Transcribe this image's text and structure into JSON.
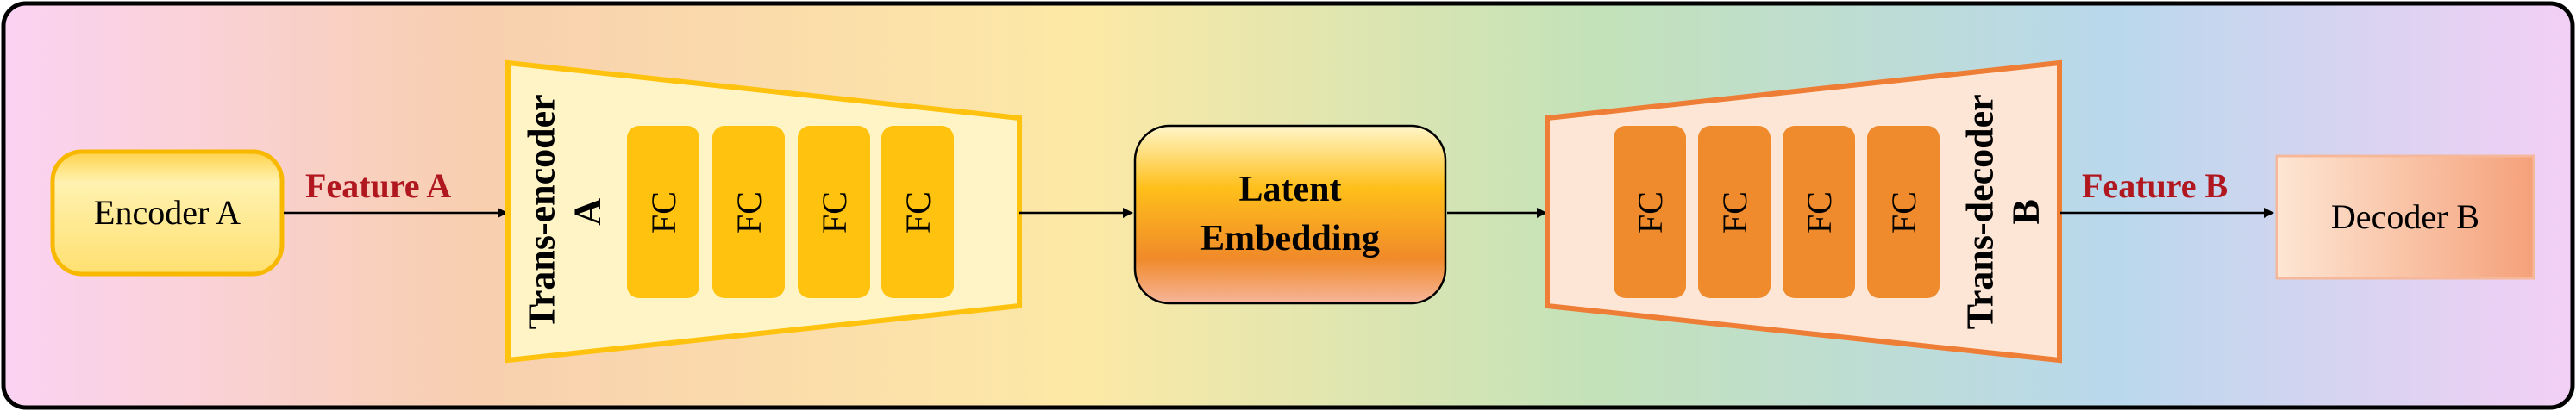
{
  "diagram": {
    "encoder_a": "Encoder A",
    "feature_a": "Feature A",
    "trans_encoder": {
      "title": "Trans-encoder",
      "sub": "A"
    },
    "fc_labels_left": [
      "FC",
      "FC",
      "FC",
      "FC"
    ],
    "latent": {
      "line1": "Latent",
      "line2": "Embedding"
    },
    "fc_labels_right": [
      "FC",
      "FC",
      "FC",
      "FC"
    ],
    "trans_decoder": {
      "title": "Trans-decoder",
      "sub": "B"
    },
    "feature_b": "Feature B",
    "decoder_b": "Decoder B"
  },
  "colors": {
    "gradient": [
      "#fbd3f3",
      "#f8cfb0",
      "#fde9a6",
      "#c3e2b9",
      "#b9d8ec",
      "#f3cff5"
    ],
    "encoder_fill": "#ffe58a",
    "encoder_stroke": "#f8b800",
    "fc_left": "#ffc20e",
    "fc_right": "#ef8b2c",
    "trans_encoder_stroke": "#ffc20e",
    "trans_decoder_stroke": "#ee7d36",
    "feature_text": "#b0171f"
  }
}
